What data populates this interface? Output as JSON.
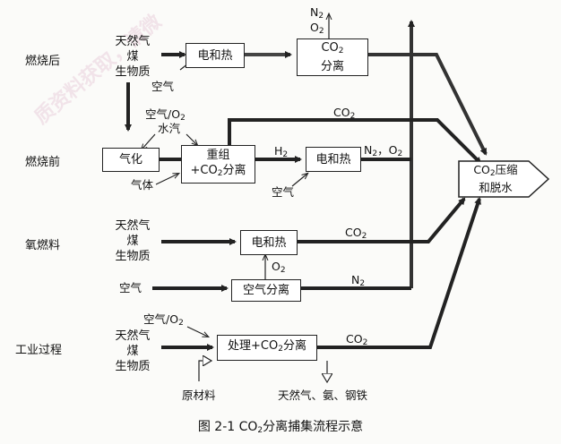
{
  "watermark": "质资料获取，请微",
  "rows": {
    "post": "燃烧后",
    "pre": "燃烧前",
    "oxy": "氧燃料",
    "ind": "工业过程"
  },
  "fuels": {
    "post": [
      "天然气",
      "煤",
      "生物质"
    ],
    "oxy": [
      "天然气",
      "煤",
      "生物质"
    ],
    "ind": [
      "天然气",
      "煤",
      "生物质"
    ]
  },
  "boxes": {
    "post_heat": "电和热",
    "post_sep_line1": "CO2",
    "post_sep_line2": "分离",
    "gasify": "气化",
    "reform_line1": "重组",
    "reform_line2": "+CO2分离",
    "pre_heat": "电和热",
    "oxy_heat": "电和热",
    "air_sep": "空气分离",
    "ind_proc": "处理+CO2分离",
    "compress_line1": "CO2压缩",
    "compress_line2": "和脱水"
  },
  "labels": {
    "top_n2": "N2",
    "top_o2": "O2",
    "post_air": "空气",
    "pre_air_o2": "空气/O2",
    "pre_steam": "水汽",
    "pre_h2": "H2",
    "pre_n2_o2": "N2，O2",
    "pre_co2": "CO2",
    "pre_gas": "气体",
    "pre_air": "空气",
    "oxy_co2": "CO2",
    "oxy_o2": "O2",
    "oxy_air": "空气",
    "oxy_n2": "N2",
    "ind_air_o2": "空气/O2",
    "ind_co2": "CO2",
    "ind_raw": "原材料",
    "ind_products": "天然气、氨、钢铁"
  },
  "caption": "图 2-1    CO2分离捕集流程示意"
}
